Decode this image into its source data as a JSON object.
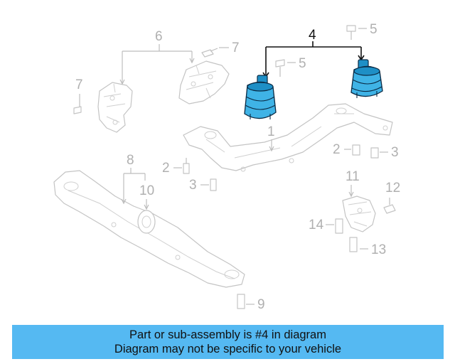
{
  "callouts": {
    "c1": "1",
    "c2a": "2",
    "c2b": "2",
    "c3a": "3",
    "c3b": "3",
    "c4": "4",
    "c5a": "5",
    "c5b": "5",
    "c6": "6",
    "c7a": "7",
    "c7b": "7",
    "c8": "8",
    "c9": "9",
    "c10": "10",
    "c11": "11",
    "c12": "12",
    "c13": "13",
    "c14": "14"
  },
  "banner": {
    "line1": "Part or sub-assembly is #4 in diagram",
    "line2": "Diagram may not be specific to your vehicle"
  },
  "colors": {
    "highlight": "#3fb3e6",
    "banner": "#55b9f2",
    "parts": "#c4c4c4"
  }
}
